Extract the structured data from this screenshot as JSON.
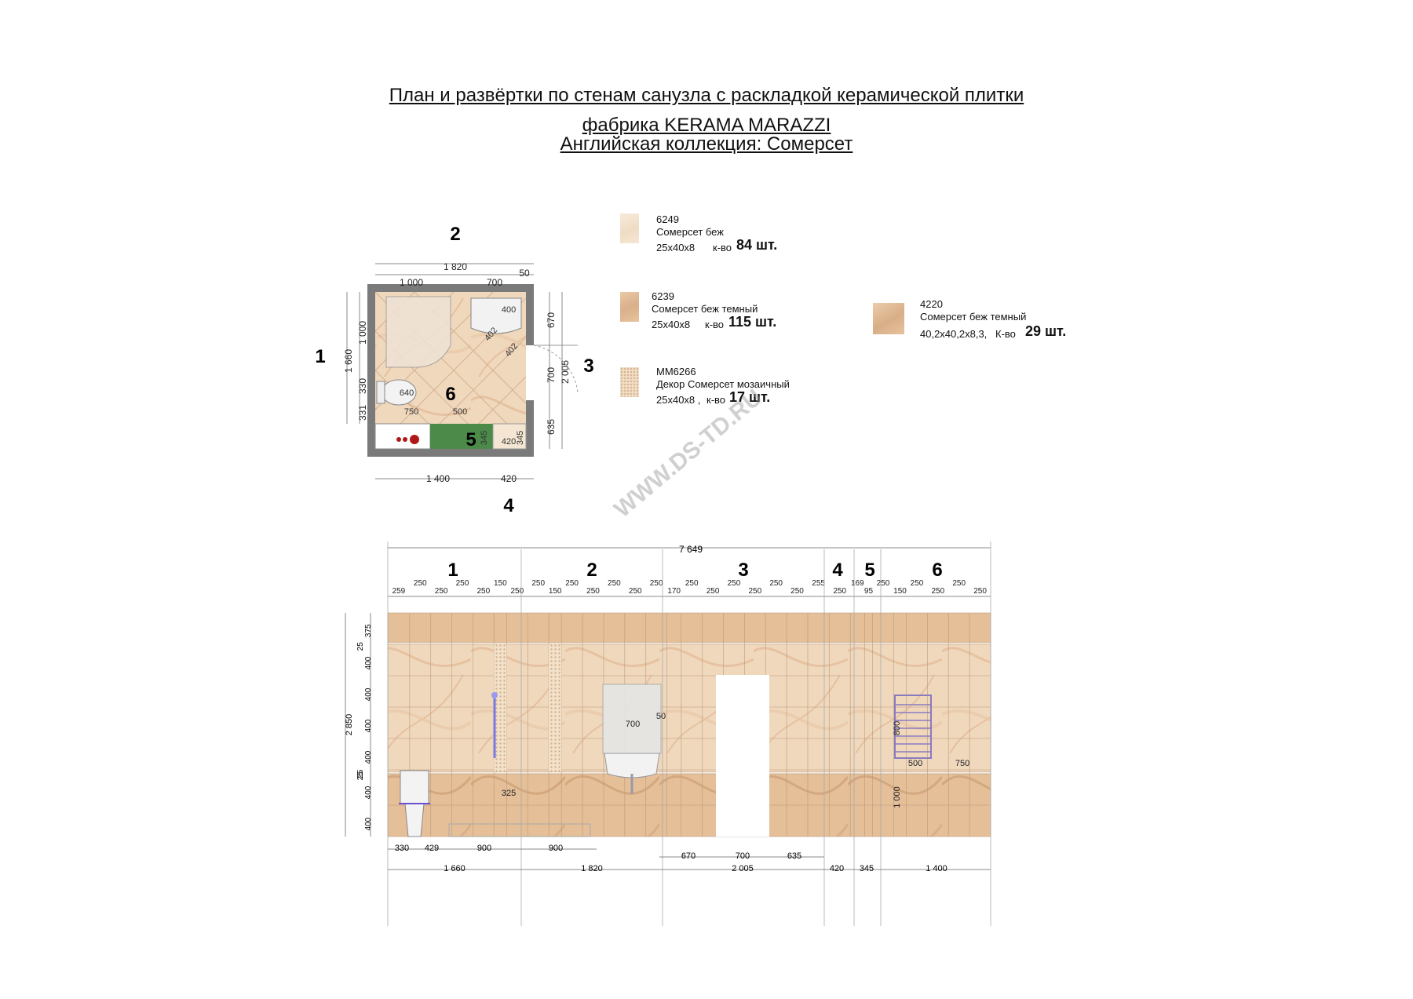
{
  "header": {
    "line1": "План и развёртки по стенам санузла с раскладкой керамической плитки",
    "line2": "фабрика KERAMA MARAZZI",
    "line3": "Английская коллекция: Сомерсет"
  },
  "legend": [
    {
      "code": "6249",
      "name": "Сомерсет беж",
      "size": "25x40x8",
      "qty_label": "к-во",
      "qty": "84 шт.",
      "swatch": "light-beige"
    },
    {
      "code": "6239",
      "name": "Сомерсет беж темный",
      "size": "25x40x8",
      "qty_label": "к-во",
      "qty": "115 шт.",
      "swatch": "dark-beige"
    },
    {
      "code": "ММ6266",
      "name": "Декор Сомерсет мозаичный",
      "size": "25x40x8 ,",
      "qty_label": "к-во",
      "qty": "17 шт.",
      "swatch": "mosaic"
    },
    {
      "code": "4220",
      "name": "Сомерсет беж темный",
      "size": "40,2x40,2x8,3,",
      "qty_label": "К-во",
      "qty": "29 шт.",
      "swatch": "dark-beige-square"
    }
  ],
  "plan": {
    "wall_numbers": [
      "1",
      "2",
      "3",
      "4",
      "5",
      "6"
    ],
    "top_total": "1 820",
    "top_dims": [
      "1 000",
      "700",
      "50"
    ],
    "left_total": "1 660",
    "left_dims": [
      "1 000",
      "330",
      "331"
    ],
    "right_total": "2 005",
    "right_dims": [
      "670",
      "700",
      "635"
    ],
    "bottom_dims": [
      "1 400",
      "420"
    ],
    "inner_dims": [
      "400",
      "402",
      "402",
      "640",
      "750",
      "500",
      "345",
      "420",
      "345"
    ]
  },
  "elevation": {
    "total_width": "7 649",
    "wall_numbers": [
      "1",
      "2",
      "3",
      "4",
      "5",
      "6"
    ],
    "column_widths": [
      "259",
      "250",
      "250",
      "250",
      "250",
      "150",
      "250",
      "250",
      "150",
      "250",
      "250",
      "250",
      "250",
      "250",
      "170",
      "250",
      "250",
      "250",
      "250",
      "250",
      "250",
      "255",
      "250",
      "169",
      "95",
      "250",
      "150",
      "250",
      "250",
      "250",
      "250"
    ],
    "row_heights": [
      "375",
      "25",
      "400",
      "400",
      "400",
      "400",
      "25",
      "25",
      "400",
      "400"
    ],
    "total_height": "2 850",
    "inner_dims": [
      "700",
      "50",
      "325",
      "800",
      "500",
      "750",
      "1 000"
    ],
    "bottom_row1": [
      "330",
      "429",
      "900",
      "900",
      "670",
      "700",
      "635"
    ],
    "bottom_row2": [
      "1 660",
      "1 820",
      "2 005",
      "420",
      "345",
      "1 400"
    ]
  },
  "watermark": "WWW.DS-TD.RU",
  "colors": {
    "tile_light": "#f3dfc6",
    "tile_dark": "#e3c09c",
    "border_strip": "#f6eee4",
    "wall_gray": "#7a7a7a",
    "niche_green": "#4c8a4a",
    "dot_red": "#b01818"
  }
}
